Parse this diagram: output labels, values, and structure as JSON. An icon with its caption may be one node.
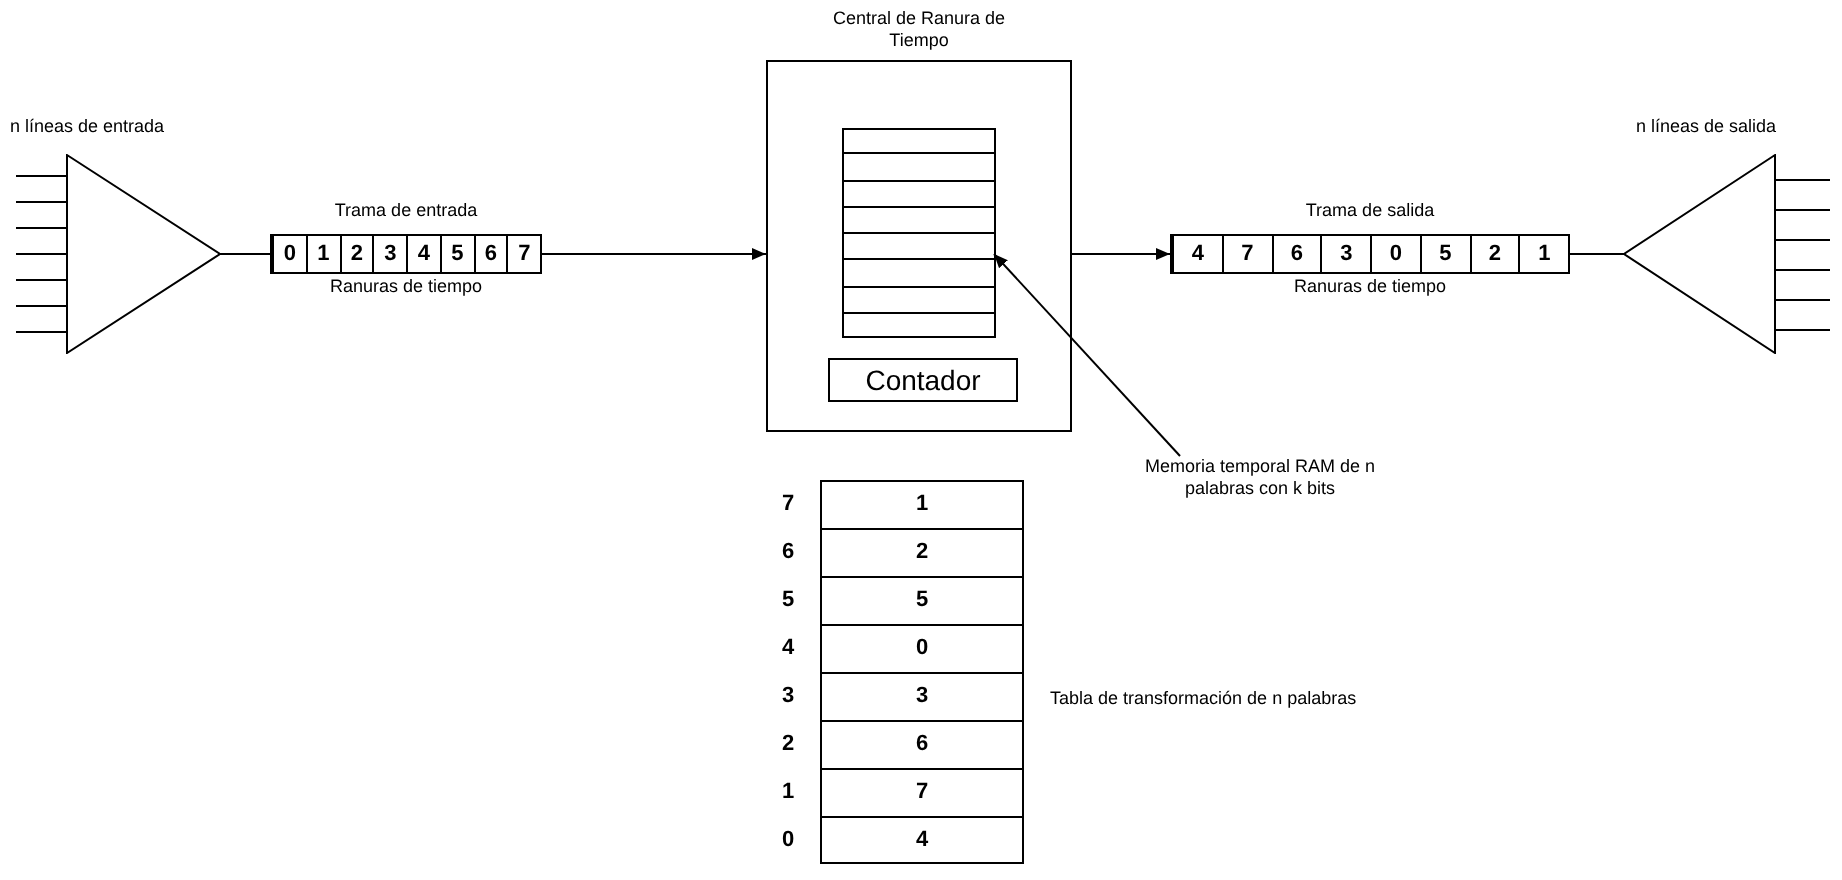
{
  "diagram": {
    "nodes": [
      {
        "text": [],
        "shape": "triangle",
        "beside": [
          "n líneas de entrada"
        ]
      },
      {
        "text": [
          "Trama de entrada"
        ],
        "beside": [
          "Ranuras de tiempo"
        ]
      },
      {
        "text": [
          "0"
        ],
        "in": 1
      },
      {
        "text": [
          "1"
        ],
        "in": 1
      },
      {
        "text": [
          "2"
        ],
        "in": 1
      },
      {
        "text": [
          "3"
        ],
        "in": 1
      },
      {
        "text": [
          "4"
        ],
        "in": 1
      },
      {
        "text": [
          "5"
        ],
        "in": 1
      },
      {
        "text": [
          "6"
        ],
        "in": 1
      },
      {
        "text": [
          "7"
        ],
        "in": 1
      },
      {
        "text": [
          "Central de Ranura de Tiempo"
        ]
      },
      {
        "text": [],
        "shape": "box",
        "in": 10
      },
      {
        "text": [
          "Memoria temporal RAM de n palabras con k bits"
        ]
      },
      {
        "text": [
          "Contador"
        ],
        "in": 10
      },
      {
        "text": [
          "Trama de salida"
        ],
        "beside": [
          "Ranuras de tiempo"
        ]
      },
      {
        "text": [
          "4"
        ],
        "in": 14
      },
      {
        "text": [
          "7"
        ],
        "in": 14
      },
      {
        "text": [
          "6"
        ],
        "in": 14
      },
      {
        "text": [
          "3"
        ],
        "in": 14
      },
      {
        "text": [
          "0"
        ],
        "in": 14
      },
      {
        "text": [
          "5"
        ],
        "in": 14
      },
      {
        "text": [
          "2"
        ],
        "in": 14
      },
      {
        "text": [
          "1"
        ],
        "in": 14
      },
      {
        "text": [],
        "shape": "triangle",
        "beside": [
          "n líneas de salida"
        ]
      },
      {
        "text": [],
        "shape": "box",
        "beside": [
          "Tabla de transformación de n palabras"
        ]
      },
      {
        "text": [
          "1"
        ],
        "in": 24,
        "beside": [
          "7"
        ]
      },
      {
        "text": [
          "2"
        ],
        "in": 24,
        "beside": [
          "6"
        ]
      },
      {
        "text": [
          "5"
        ],
        "in": 24,
        "beside": [
          "5"
        ]
      },
      {
        "text": [
          "0"
        ],
        "in": 24,
        "beside": [
          "4"
        ]
      },
      {
        "text": [
          "3"
        ],
        "in": 24,
        "beside": [
          "3"
        ]
      },
      {
        "text": [
          "6"
        ],
        "in": 24,
        "beside": [
          "2"
        ]
      },
      {
        "text": [
          "7"
        ],
        "in": 24,
        "beside": [
          "1"
        ]
      },
      {
        "text": [
          "4"
        ],
        "in": 24,
        "beside": [
          "0"
        ]
      }
    ],
    "edges": [
      {
        "from": null,
        "to": 0,
        "arrow": "none"
      },
      {
        "from": null,
        "to": 0,
        "arrow": "none"
      },
      {
        "from": null,
        "to": 0,
        "arrow": "none"
      },
      {
        "from": null,
        "to": 0,
        "arrow": "none"
      },
      {
        "from": null,
        "to": 0,
        "arrow": "none"
      },
      {
        "from": null,
        "to": 0,
        "arrow": "none"
      },
      {
        "from": null,
        "to": 0,
        "arrow": "none"
      },
      {
        "from": 0,
        "to": 1,
        "arrow": "none"
      },
      {
        "from": 1,
        "to": 10,
        "arrow": "to"
      },
      {
        "from": 10,
        "to": 14,
        "arrow": "to"
      },
      {
        "from": 14,
        "to": 23,
        "arrow": "none"
      },
      {
        "from": 23,
        "to": null,
        "arrow": "none"
      },
      {
        "from": 23,
        "to": null,
        "arrow": "none"
      },
      {
        "from": 23,
        "to": null,
        "arrow": "none"
      },
      {
        "from": 23,
        "to": null,
        "arrow": "none"
      },
      {
        "from": 23,
        "to": null,
        "arrow": "none"
      },
      {
        "from": 23,
        "to": null,
        "arrow": "none"
      },
      {
        "from": 12,
        "to": 11,
        "arrow": "to"
      }
    ]
  }
}
